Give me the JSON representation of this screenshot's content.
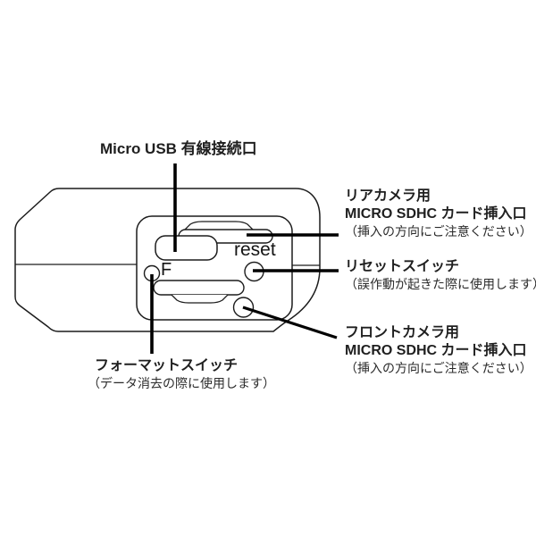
{
  "colors": {
    "background": "#ffffff",
    "line": "#1c1c1c",
    "leader_line": "#000000",
    "text": "#1f1f1f"
  },
  "device": {
    "reset_marking": "reset",
    "format_marking": "F"
  },
  "callouts": {
    "micro_usb": {
      "title": "Micro USB 有線接続口"
    },
    "rear_sd": {
      "line1": "リアカメラ用",
      "line2": "MICRO SDHC カード挿入口",
      "note": "（挿入の方向にご注意ください）"
    },
    "reset": {
      "title": "リセットスイッチ",
      "note": "（誤作動が起きた際に使用します）"
    },
    "front_sd": {
      "line1": "フロントカメラ用",
      "line2": "MICRO SDHC カード挿入口",
      "note": "（挿入の方向にご注意ください）"
    },
    "format": {
      "title": "フォーマットスイッチ",
      "note": "（データ消去の際に使用します）"
    }
  }
}
